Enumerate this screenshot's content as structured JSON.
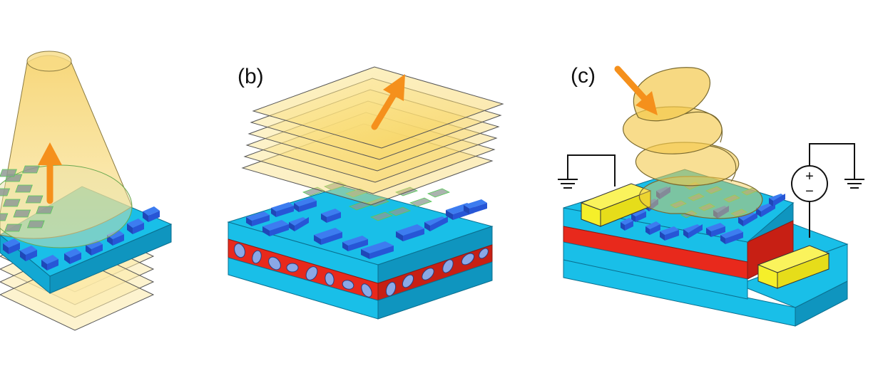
{
  "panels": [
    {
      "id": "a",
      "label": ""
    },
    {
      "id": "b",
      "label": "(b)"
    },
    {
      "id": "c",
      "label": "(c)"
    }
  ],
  "circuit": {
    "source_plus": "+",
    "source_minus": "−"
  },
  "colors": {
    "substrate": "#19bfe8",
    "substrate_dark": "#0f95bf",
    "nanostructure": "#2756d6",
    "nanostructure_top": "#3d7cf0",
    "active_layer": "#e8291c",
    "electrode": "#f5ef2a",
    "light_beam": "#f4c94d",
    "arrow": "#f5901c",
    "inclusion": "#8aa8e6",
    "grid_line": "#55cc55"
  },
  "icons": [
    "arrow-icon",
    "ground-icon",
    "voltage-source-icon"
  ]
}
